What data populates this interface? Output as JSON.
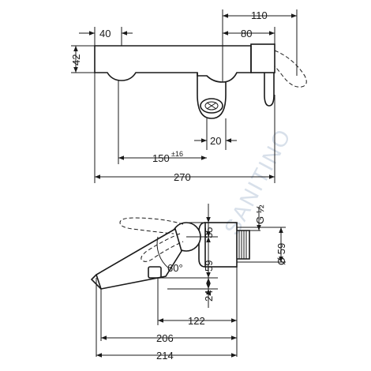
{
  "watermark": "SANITINO",
  "top_view": {
    "dimensions": {
      "d110": "110",
      "d40": "40",
      "d80": "80",
      "d42": "42",
      "d20": "20",
      "d150": "150",
      "d150_tol": "±16",
      "d270": "270"
    }
  },
  "side_view": {
    "dimensions": {
      "thread": "G ½",
      "d35": "35",
      "d59_vert": "59",
      "diam59": "Ø 59",
      "angle60": "60°",
      "d24": "24",
      "d122": "122",
      "d206": "206",
      "d214": "214"
    }
  }
}
